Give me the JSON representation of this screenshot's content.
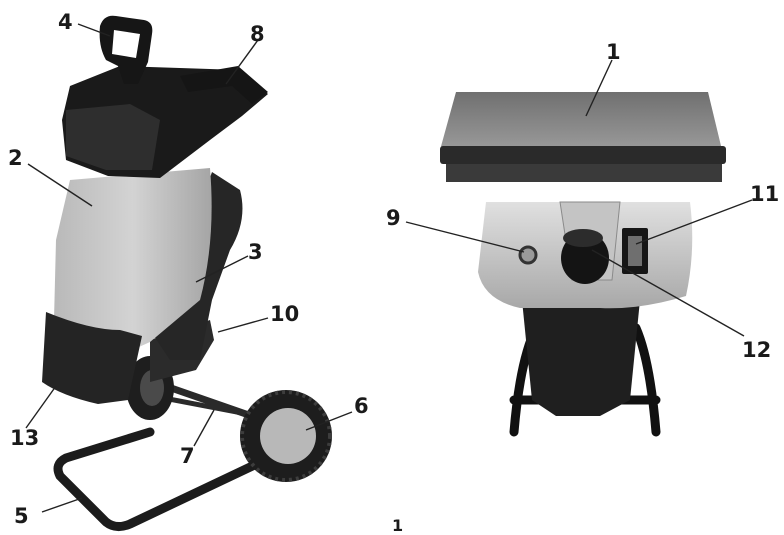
{
  "figure": {
    "background": "#ffffff",
    "photo_tone": "grayscale",
    "callouts": [
      "1",
      "2",
      "3",
      "4",
      "5",
      "6",
      "7",
      "8",
      "9",
      "10",
      "11",
      "12",
      "13"
    ],
    "stray_text": "1"
  }
}
